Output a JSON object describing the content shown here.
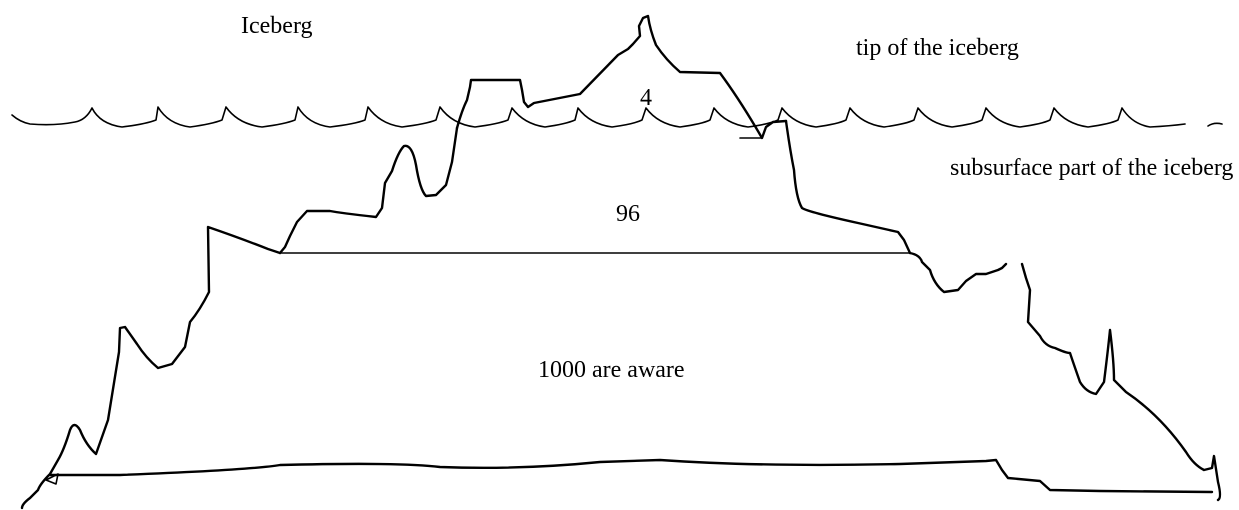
{
  "labels": {
    "title": "Iceberg",
    "tip": "tip of the iceberg",
    "subsurface": "subsurface part of the iceberg",
    "tip_count": "4",
    "subsurface_count": "96",
    "aware_count": "1000 are aware"
  }
}
